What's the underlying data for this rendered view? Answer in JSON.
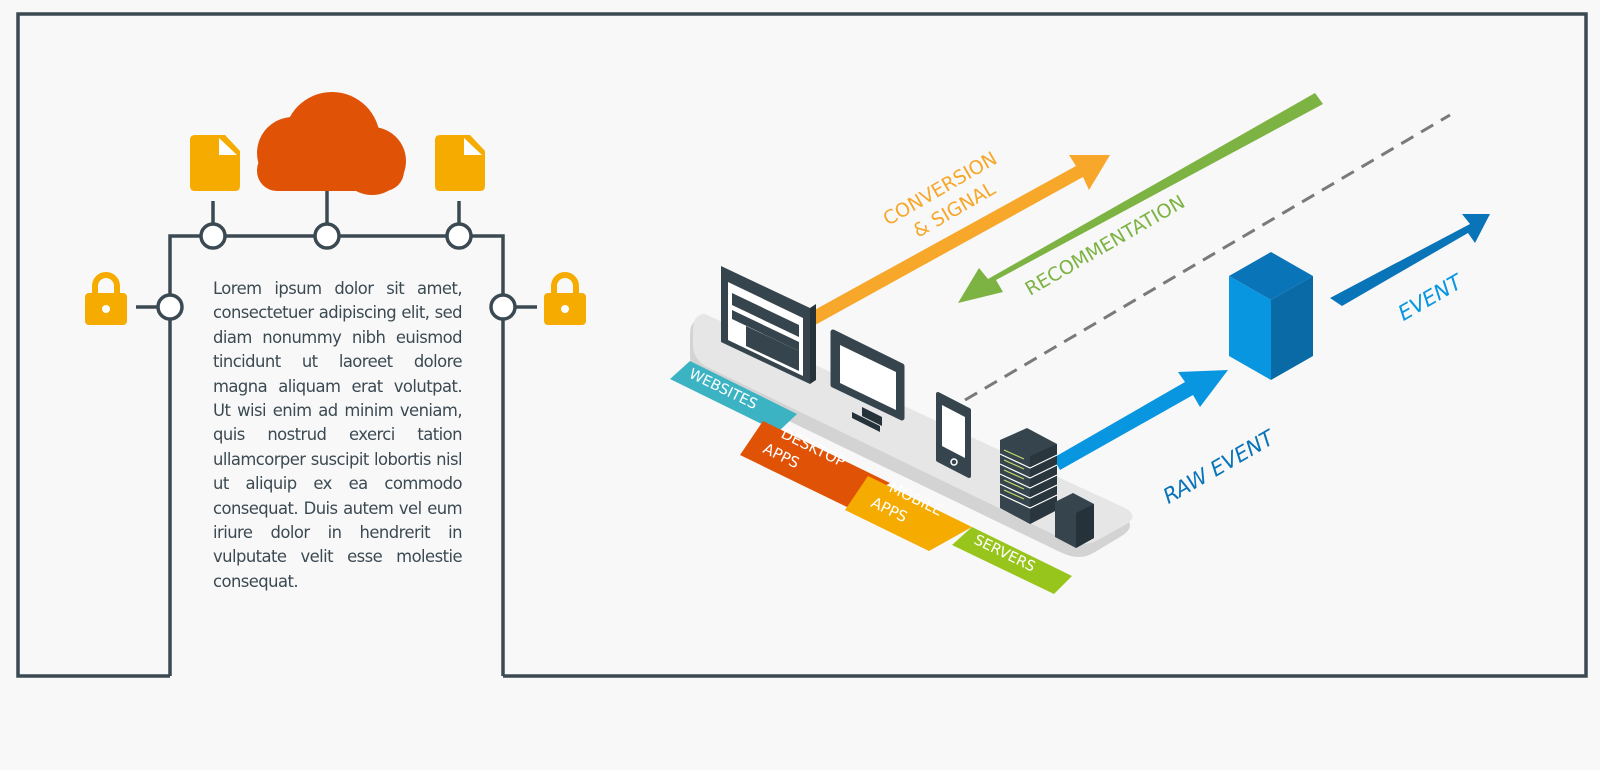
{
  "infographic": {
    "body_text": "Lorem ipsum dolor sit amet, consectetuer adipiscing elit, sed diam nonummy nibh euismod tincidunt ut laoreet dolore magna aliquam erat volutpat. Ut wisi enim ad minim veniam, quis nostrud exerci tation ullamcorper suscipit lobortis nisl ut aliquip ex ea commodo consequat. Duis autem vel eum iriure dolor in hendrerit in vulputate velit esse molestie consequat.",
    "left_icons": {
      "cloud": "cloud-icon",
      "documents": [
        "document-icon",
        "document-icon"
      ],
      "locks": [
        "lock-icon",
        "lock-icon"
      ]
    },
    "platform_tags": [
      {
        "label": "WEBSITES",
        "color": "#3bb3c3"
      },
      {
        "label_line1": "DESKTOP",
        "label_line2": "APPS",
        "color": "#e05206"
      },
      {
        "label_line1": "MOBILE",
        "label_line2": "APPS",
        "color": "#f5ab00"
      },
      {
        "label": "SERVERS",
        "color": "#97c51c"
      }
    ],
    "flows": {
      "conversion": {
        "line1": "CONVERSION",
        "line2": "& SIGNAL",
        "color": "#f7a72a",
        "direction": "outbound"
      },
      "recommendation": {
        "label": "RECOMMENTATION",
        "color": "#7cb342",
        "direction": "inbound"
      },
      "raw_event": {
        "label": "RAW EVENT",
        "color": "#0996e0",
        "direction": "outbound"
      },
      "event": {
        "label": "EVENT",
        "color": "#0a74b9",
        "direction": "outbound"
      }
    },
    "colors": {
      "frame": "#3b4a52",
      "cloud": "#e05206",
      "document": "#f5ab00",
      "lock": "#f5ab00",
      "device": "#36454d",
      "platform": "#e3e3e3",
      "dashed_line": "#7a7a7a"
    }
  }
}
